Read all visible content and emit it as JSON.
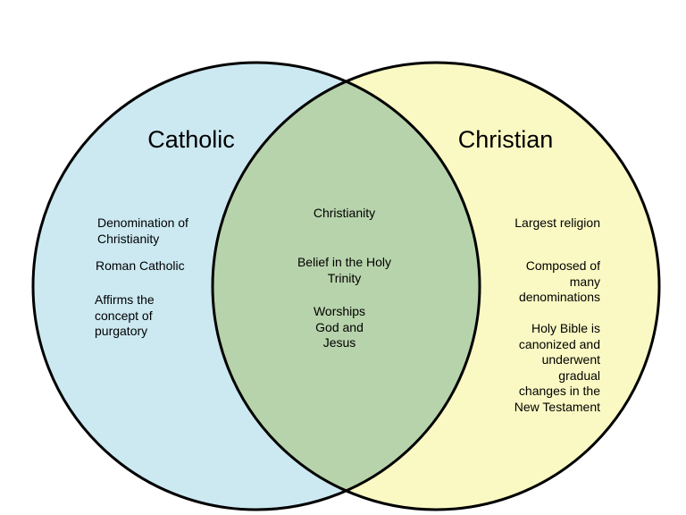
{
  "diagram": {
    "type": "venn-2-circle",
    "left": {
      "label": "Catholic",
      "items": [
        "Denomination of\nChristianity",
        "Roman Catholic",
        "Affirms the\nconcept of\npurgatory"
      ]
    },
    "overlap": {
      "items": [
        "Christianity",
        "Belief in the Holy\nTrinity",
        "Worships\nGod and\nJesus"
      ]
    },
    "right": {
      "label": "Christian",
      "items": [
        "Largest religion",
        "Composed of\nmany\ndenominations",
        "Holy Bible is\ncanonized and\nunderwent\ngradual\nchanges in the\nNew Testament"
      ]
    },
    "colors": {
      "left_fill": "#cce9f2",
      "right_fill": "#faf9c3",
      "overlap_fill": "#b7d3ab",
      "outline": "#000000",
      "text": "#000000",
      "background": "#ffffff"
    }
  }
}
